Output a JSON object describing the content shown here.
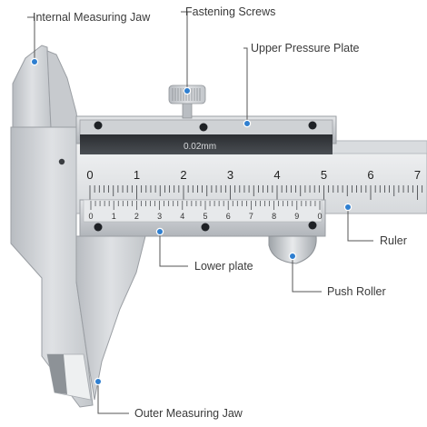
{
  "labels": {
    "internal_jaw": "Internal Measuring Jaw",
    "fastening_screws": "Fastening Screws",
    "upper_plate": "Upper Pressure Plate",
    "precision": "0.02mm",
    "ruler": "Ruler",
    "lower_plate": "Lower plate",
    "push_roller": "Push Roller",
    "outer_jaw": "Outer Measuring Jaw"
  },
  "main_scale": [
    "0",
    "1",
    "2",
    "3",
    "4",
    "5",
    "6",
    "7"
  ],
  "vernier_scale": [
    "0",
    "1",
    "2",
    "3",
    "4",
    "5",
    "6",
    "7",
    "8",
    "9",
    "0"
  ],
  "colors": {
    "pointer": "#2f7fd0"
  }
}
